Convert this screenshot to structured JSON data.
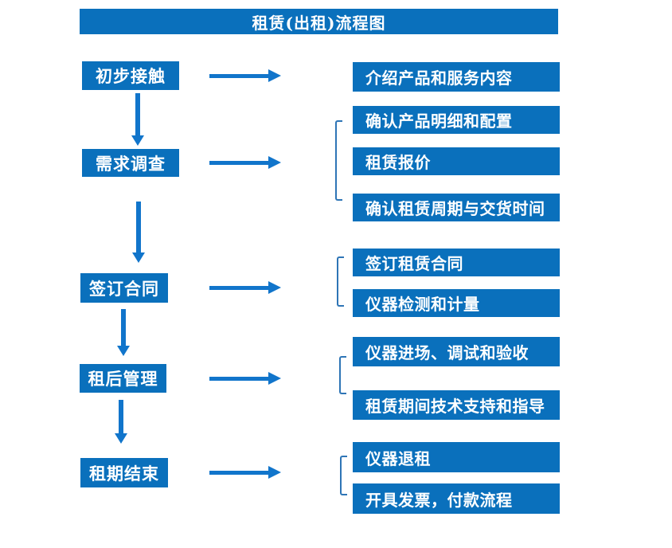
{
  "title": "租赁(出租)流程图",
  "colors": {
    "box_blue": "#0a70bc",
    "arrow_blue": "#1175cb",
    "bracket_blue": "#2e75b6",
    "text_white": "#ffffff"
  },
  "stages": [
    {
      "label": "初步接触",
      "details": [
        "介绍产品和服务内容"
      ]
    },
    {
      "label": "需求调查",
      "details": [
        "确认产品明细和配置",
        "租赁报价",
        "确认租赁周期与交货时间"
      ]
    },
    {
      "label": "签订合同",
      "details": [
        "签订租赁合同",
        "仪器检测和计量"
      ]
    },
    {
      "label": "租后管理",
      "details": [
        "仪器进场、调试和验收",
        "租赁期间技术支持和指导"
      ]
    },
    {
      "label": "租期结束",
      "details": [
        "仪器退租",
        "开具发票，付款流程"
      ]
    }
  ]
}
